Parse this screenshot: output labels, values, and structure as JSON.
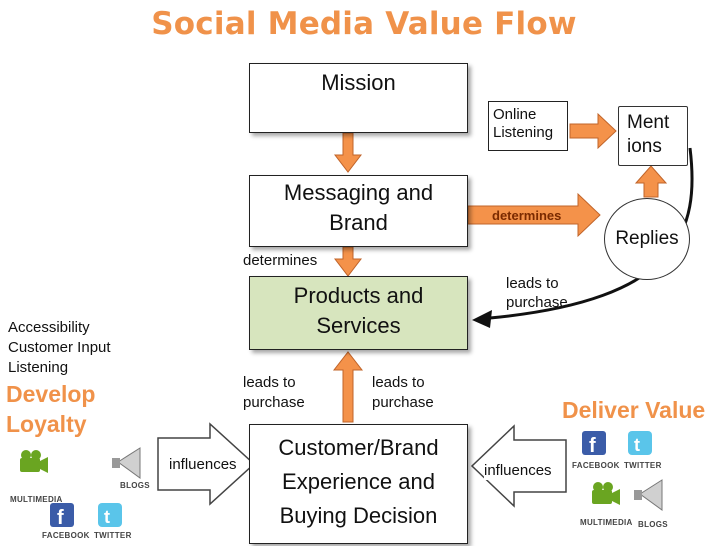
{
  "title": "Social Media Value Flow",
  "boxes": {
    "mission": "Mission",
    "messaging_line1": "Messaging and",
    "messaging_line2": "Brand",
    "products_line1": "Products and",
    "products_line2": "Services",
    "experience_line1": "Customer/Brand",
    "experience_line2": "Experience and",
    "experience_line3": "Buying Decision"
  },
  "labels": {
    "online_line1": "Online",
    "online_line2": "Listening",
    "mentions_line1": "Ment",
    "mentions_line2": "ions",
    "replies": "Replies",
    "determines_arrow": "determines",
    "determines_left": "determines",
    "leads_to_right_line1": "leads to",
    "leads_to_right_line2": "purchase",
    "leads_left_line1": "leads to",
    "leads_left_line2": "purchase",
    "leads_mid_line1": "leads to",
    "leads_mid_line2": "purchase",
    "influences_left": "influences",
    "influences_right": "influences",
    "accessibility": "Accessibility",
    "customer_input": "Customer Input",
    "listening": "Listening",
    "develop": "Develop",
    "loyalty": "Loyalty",
    "deliver_value": "Deliver Value"
  },
  "social_left": {
    "multimedia": "MULTIMEDIA",
    "facebook": "FACEBOOK",
    "twitter": "TWITTER",
    "blogs": "BLOGS"
  },
  "social_right": {
    "facebook": "FACEBOOK",
    "twitter": "TWITTER",
    "multimedia": "MULTIMEDIA",
    "blogs": "BLOGS"
  },
  "colors": {
    "accent": "#f0924a",
    "arrow_fill": "#f4924a",
    "products_fill": "#d7e5be"
  }
}
